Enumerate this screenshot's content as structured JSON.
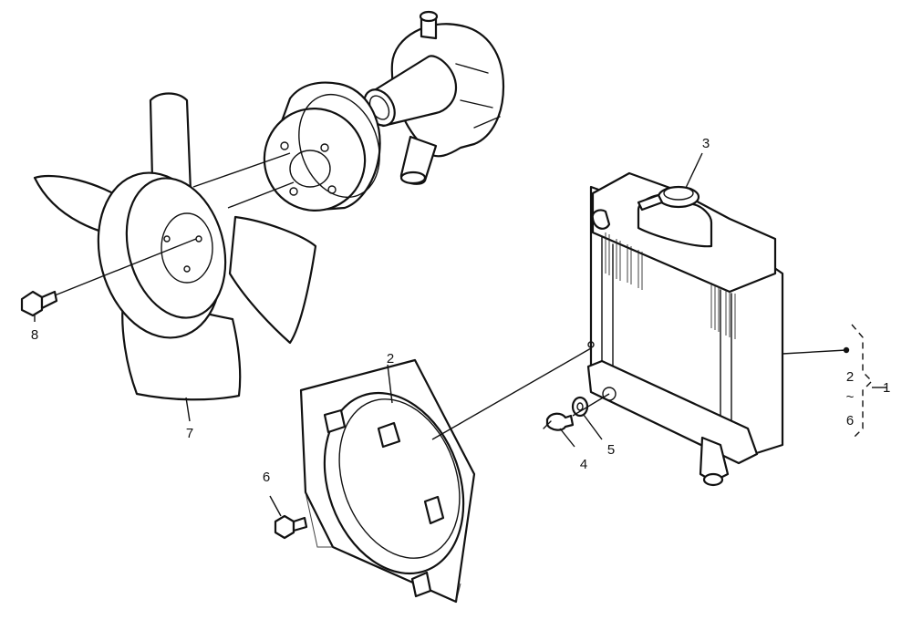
{
  "callouts": {
    "radiator_assembly": "1",
    "fan_shroud": "2",
    "radiator_cap": "3",
    "drain_cock": "4",
    "washer": "5",
    "shroud_bolt": "6",
    "cooling_fan": "7",
    "fan_bolt": "8",
    "range_start": "2",
    "range_tilde": "~",
    "range_end": "6"
  },
  "colors": {
    "line": "#111111",
    "background": "#ffffff"
  }
}
